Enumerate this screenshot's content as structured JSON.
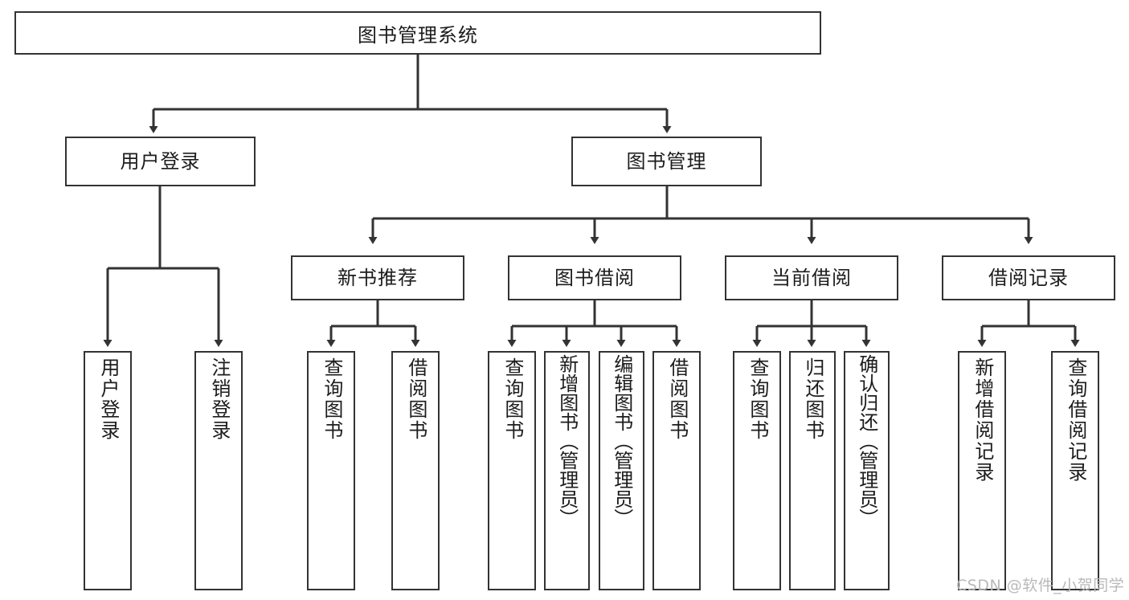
{
  "diagram": {
    "type": "tree-hierarchy",
    "title": "图书管理系统",
    "root": {
      "label": "图书管理系统"
    },
    "level2": [
      {
        "id": "user-login",
        "label": "用户登录"
      },
      {
        "id": "book-management",
        "label": "图书管理"
      }
    ],
    "level3": [
      {
        "id": "new-book-recommend",
        "label": "新书推荐",
        "parent": "book-management"
      },
      {
        "id": "book-borrow",
        "label": "图书借阅",
        "parent": "book-management"
      },
      {
        "id": "current-borrow",
        "label": "当前借阅",
        "parent": "book-management"
      },
      {
        "id": "borrow-record",
        "label": "借阅记录",
        "parent": "book-management"
      }
    ],
    "leaves": [
      {
        "id": "leaf-user-login",
        "label": "用户登录",
        "parent": "user-login"
      },
      {
        "id": "leaf-logout-login",
        "label": "注销登录",
        "parent": "user-login"
      },
      {
        "id": "leaf-query-book-1",
        "label": "查询图书",
        "parent": "new-book-recommend"
      },
      {
        "id": "leaf-borrow-book-1",
        "label": "借阅图书",
        "parent": "new-book-recommend"
      },
      {
        "id": "leaf-query-book-2",
        "label": "查询图书",
        "parent": "book-borrow"
      },
      {
        "id": "leaf-add-book",
        "label": "新增图书（管理员）",
        "parent": "book-borrow"
      },
      {
        "id": "leaf-edit-book",
        "label": "编辑图书（管理员）",
        "parent": "book-borrow"
      },
      {
        "id": "leaf-borrow-book-2",
        "label": "借阅图书",
        "parent": "book-borrow"
      },
      {
        "id": "leaf-query-book-3",
        "label": "查询图书",
        "parent": "current-borrow"
      },
      {
        "id": "leaf-return-book",
        "label": "归还图书",
        "parent": "current-borrow"
      },
      {
        "id": "leaf-confirm-return",
        "label": "确认归还（管理员）",
        "parent": "current-borrow"
      },
      {
        "id": "leaf-add-record",
        "label": "新增借阅记录",
        "parent": "borrow-record"
      },
      {
        "id": "leaf-query-record",
        "label": "查询借阅记录",
        "parent": "borrow-record"
      }
    ],
    "watermark": "CSDN @软件_小贺同学",
    "colors": {
      "border": "#333333",
      "text": "#1c1c1c",
      "background": "#ffffff",
      "watermark": "#b9b9b9"
    }
  }
}
